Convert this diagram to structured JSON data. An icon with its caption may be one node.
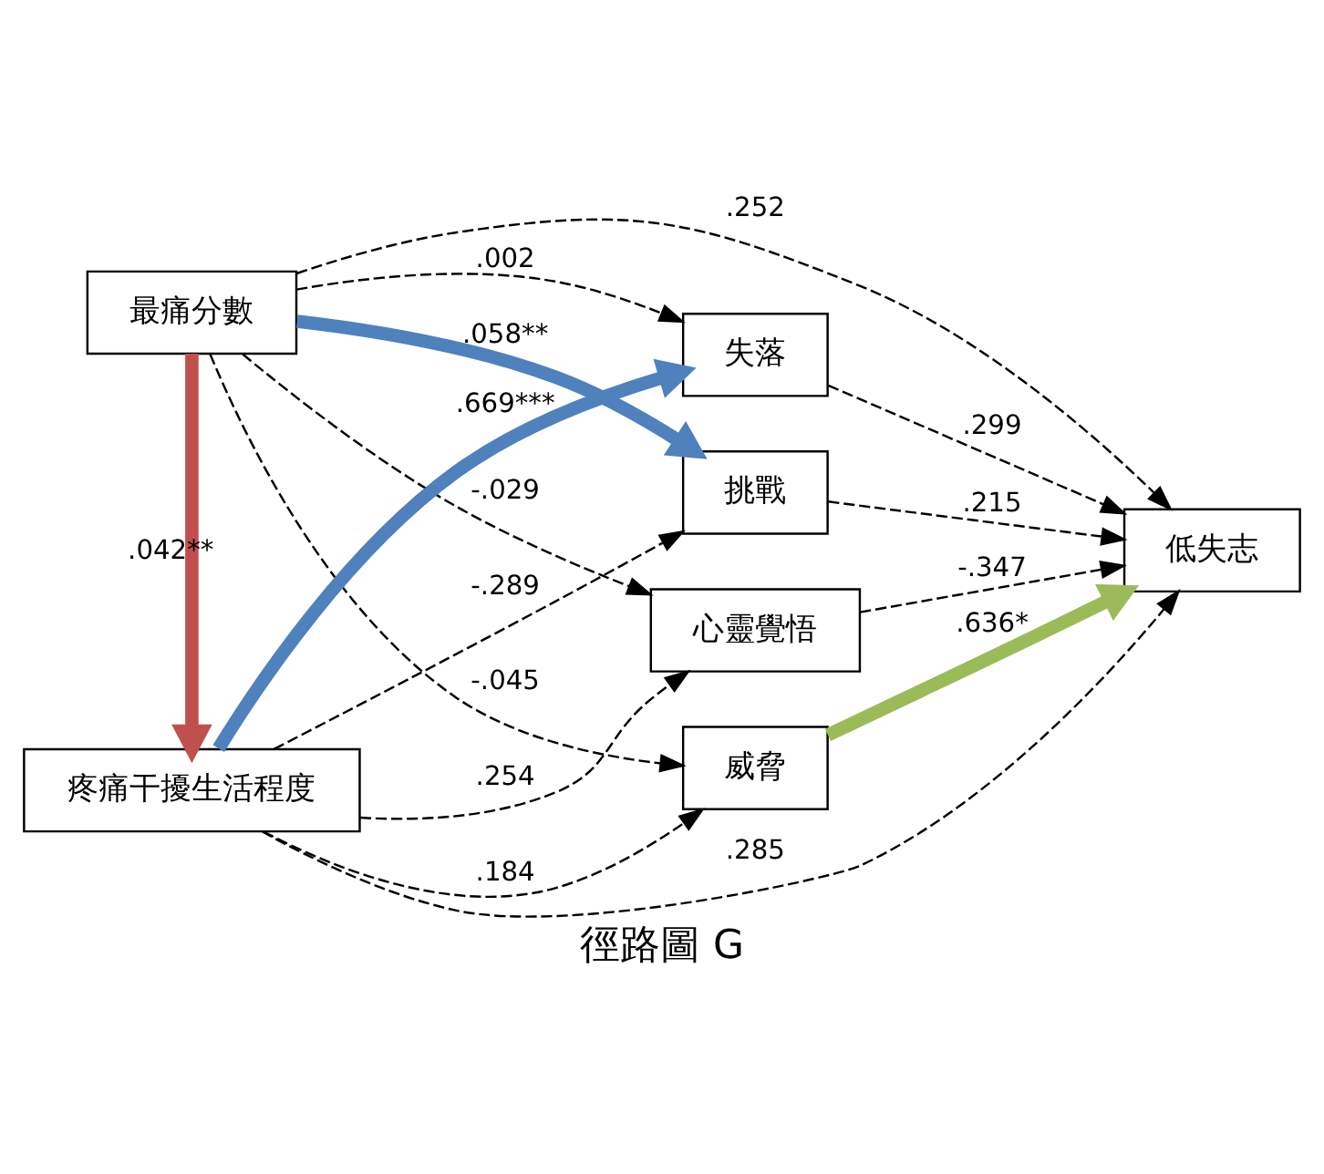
{
  "diagram": {
    "caption": "徑路圖 G",
    "nodes": [
      {
        "text": [
          "最痛分數"
        ]
      },
      {
        "text": [
          "疼痛干擾生活程度"
        ]
      },
      {
        "text": [
          "挑戰"
        ]
      },
      {
        "text": [
          "失落"
        ]
      },
      {
        "text": [
          "威脅"
        ]
      },
      {
        "text": [
          "心靈覺悟"
        ]
      },
      {
        "text": [
          "低失志"
        ]
      }
    ],
    "edges": [
      {
        "from": 0,
        "to": 6,
        "arrow": "to",
        "label": ".252",
        "style": "dashed"
      },
      {
        "from": 0,
        "to": 2,
        "arrow": "to",
        "label": ".058**",
        "style": "thick",
        "color": "#4f81bd"
      },
      {
        "from": 0,
        "to": 3,
        "arrow": "to",
        "label": ".002",
        "style": "dashed"
      },
      {
        "from": 0,
        "to": 4,
        "arrow": "to",
        "label": "-.045",
        "style": "dashed"
      },
      {
        "from": 0,
        "to": 5,
        "arrow": "to",
        "label": "-.029",
        "style": "dashed"
      },
      {
        "from": 0,
        "to": 1,
        "arrow": "to",
        "label": ".042**",
        "style": "thick",
        "color": "#c0504d"
      },
      {
        "from": 1,
        "to": 2,
        "arrow": "to",
        "label": "-.289",
        "style": "dashed"
      },
      {
        "from": 1,
        "to": 3,
        "arrow": "to",
        "label": ".669***",
        "style": "thick",
        "color": "#4f81bd"
      },
      {
        "from": 1,
        "to": 4,
        "arrow": "to",
        "label": ".184",
        "style": "dashed"
      },
      {
        "from": 1,
        "to": 5,
        "arrow": "to",
        "label": ".254",
        "style": "dashed"
      },
      {
        "from": 1,
        "to": 6,
        "arrow": "to",
        "label": ".285",
        "style": "dashed"
      },
      {
        "from": 2,
        "to": 6,
        "arrow": "to",
        "label": ".215",
        "style": "dashed"
      },
      {
        "from": 3,
        "to": 6,
        "arrow": "to",
        "label": ".299",
        "style": "dashed"
      },
      {
        "from": 4,
        "to": 6,
        "arrow": "to",
        "label": ".636*",
        "style": "thick",
        "color": "#9bbb59"
      },
      {
        "from": 5,
        "to": 6,
        "arrow": "to",
        "label": "-.347",
        "style": "dashed"
      }
    ]
  }
}
